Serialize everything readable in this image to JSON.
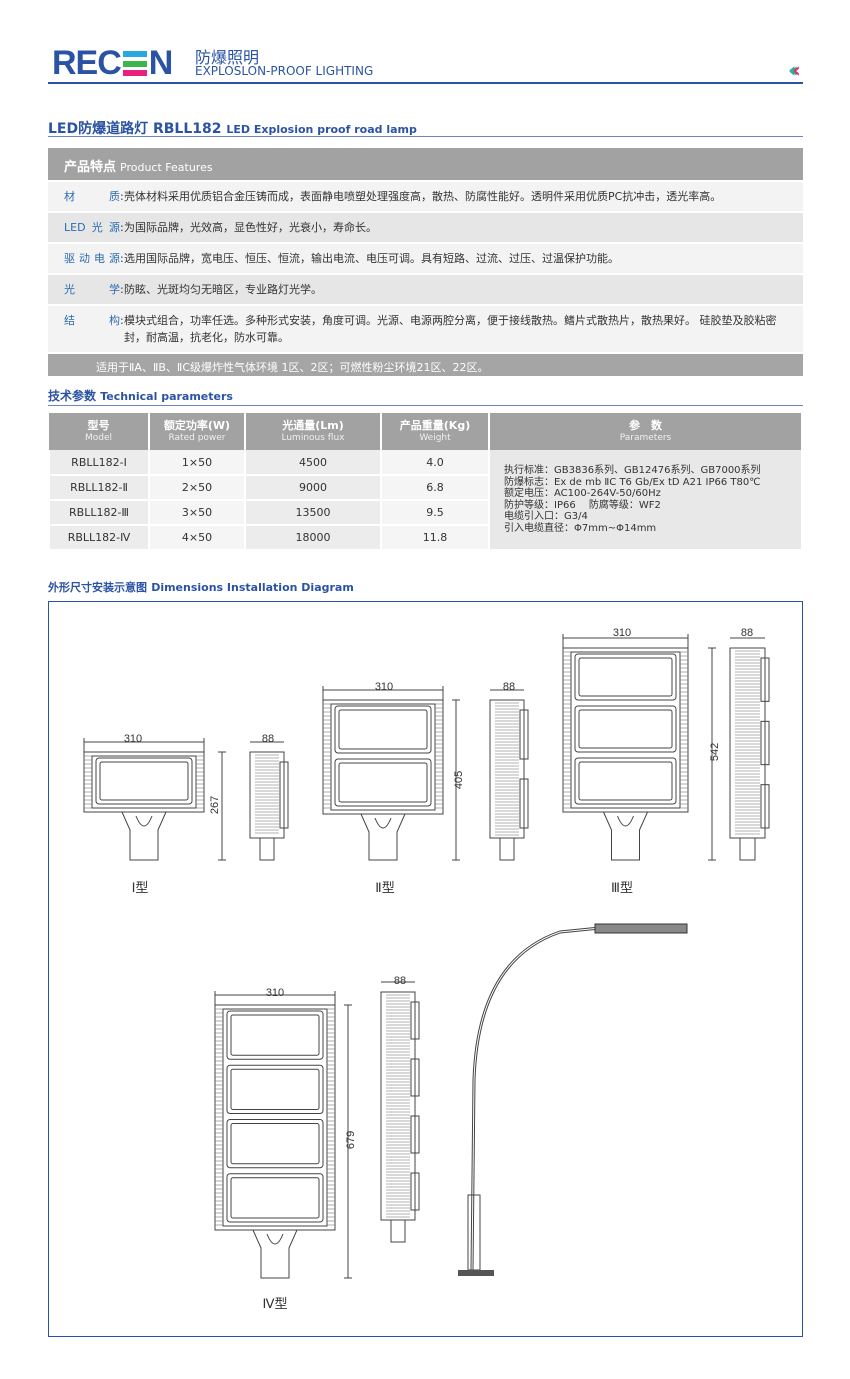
{
  "header": {
    "logo": "RECEN",
    "brand_cn": "防爆照明",
    "brand_en": "EXPLOSLON-PROOF LIGHTING",
    "colors": {
      "brand": "#2b53a3",
      "e_bars": [
        "#2aa7de",
        "#3cb54a",
        "#e6227d"
      ]
    }
  },
  "title": {
    "main": "LED防爆道路灯 RBLL182",
    "sub": "LED Explosion proof road lamp"
  },
  "features": {
    "heading": "产品特点",
    "heading_en": "Product Features",
    "rows": [
      {
        "key": "材质",
        "value": "壳体材料采用优质铝合金压铸而成，表面静电喷塑处理强度高，散热、防腐性能好。透明件采用优质PC抗冲击，透光率高。"
      },
      {
        "key": "LED光源",
        "value": "为国际品牌，光效高，显色性好，光衰小，寿命长。"
      },
      {
        "key": "驱动电源",
        "value": "选用国际品牌，宽电压、恒压、恒流，输出电流、电压可调。具有短路、过流、过压、过温保护功能。"
      },
      {
        "key": "光学",
        "value": "防眩、光斑均匀无暗区，专业路灯光学。"
      },
      {
        "key": "结构",
        "value": "模块式组合，功率任选。多种形式安装，角度可调。光源、电源两腔分离，便于接线散热。鳍片式散热片，散热果好。 硅胶垫及胶粘密封，耐高温，抗老化，防水可靠。"
      }
    ],
    "footer": "适用于ⅡA、ⅡB、ⅡC级爆炸性气体环境 1区、2区；可燃性粉尘环境21区、22区。"
  },
  "tech": {
    "heading": "技术参数",
    "heading_en": "Technical parameters",
    "columns": [
      {
        "cn": "型号",
        "en": "Model"
      },
      {
        "cn": "额定功率(W)",
        "en": "Rated power"
      },
      {
        "cn": "光通量(Lm)",
        "en": "Luminous flux"
      },
      {
        "cn": "产品重量(Kg)",
        "en": "Weight"
      },
      {
        "cn": "参　数",
        "en": "Parameters"
      }
    ],
    "rows": [
      [
        "RBLL182-Ⅰ",
        "1×50",
        "4500",
        "4.0"
      ],
      [
        "RBLL182-Ⅱ",
        "2×50",
        "9000",
        "6.8"
      ],
      [
        "RBLL182-Ⅲ",
        "3×50",
        "13500",
        "9.5"
      ],
      [
        "RBLL182-Ⅳ",
        "4×50",
        "18000",
        "11.8"
      ]
    ],
    "params": [
      "执行标准：GB3836系列、GB12476系列、GB7000系列",
      "防爆标志：Ex de mb ⅡC T6 Gb/Ex tD A21 IP66 T80℃",
      "额定电压：AC100-264V-50/60Hz",
      "防护等级：IP66　 防腐等级：WF2",
      "电缆引入口：G3/4",
      "引入电缆直径：Φ7mm~Φ14mm"
    ]
  },
  "diagram": {
    "heading": "外形尺寸安装示意图",
    "heading_en": "Dimensions Installation Diagram",
    "types": [
      {
        "label": "Ⅰ型",
        "width": "310",
        "depth": "88",
        "height": "267",
        "modules": 1
      },
      {
        "label": "Ⅱ型",
        "width": "310",
        "depth": "88",
        "height": "405",
        "modules": 2
      },
      {
        "label": "Ⅲ型",
        "width": "310",
        "depth": "88",
        "height": "542",
        "modules": 3
      },
      {
        "label": "Ⅳ型",
        "width": "310",
        "depth": "88",
        "height": "679",
        "modules": 4
      }
    ]
  }
}
